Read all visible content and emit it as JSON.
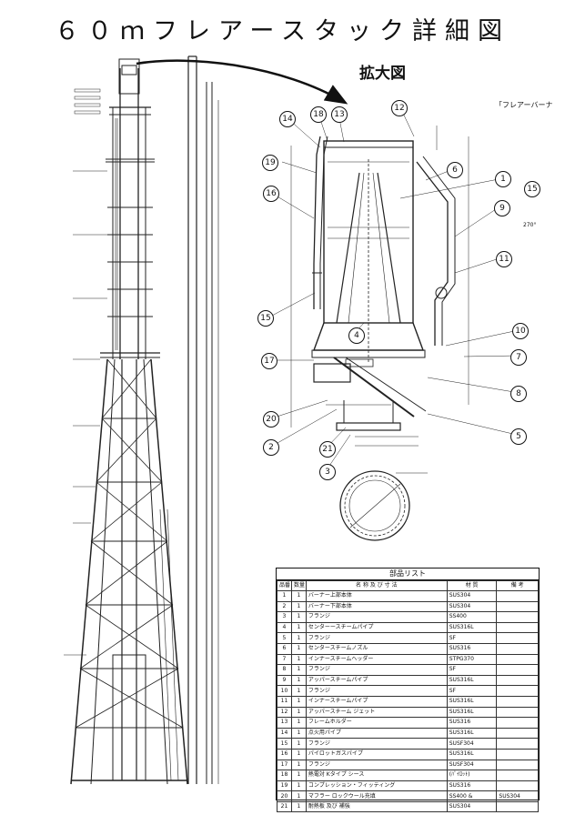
{
  "title": "６０ｍフレアースタック詳細図",
  "detail_label": "拡大図",
  "burner_label": "「フレアーバーナ",
  "angle_label": "270°",
  "callouts": [
    "1",
    "2",
    "3",
    "4",
    "5",
    "6",
    "7",
    "8",
    "9",
    "10",
    "11",
    "12",
    "13",
    "14",
    "15",
    "16",
    "17",
    "18",
    "19",
    "20",
    "21"
  ],
  "parts_list": {
    "title": "部品リスト",
    "headers": [
      "品番",
      "数量",
      "名 称 及 び 寸 法",
      "材 質",
      "備 考"
    ],
    "rows": [
      [
        "1",
        "1",
        "バーナー上部本体",
        "SUS304",
        ""
      ],
      [
        "2",
        "1",
        "バーナー下部本体",
        "SUS304",
        ""
      ],
      [
        "3",
        "1",
        "フランジ",
        "SS400",
        ""
      ],
      [
        "4",
        "1",
        "センターースチームパイプ",
        "SUS316L",
        ""
      ],
      [
        "5",
        "1",
        "フランジ",
        "SF",
        ""
      ],
      [
        "6",
        "1",
        "センタースチームノズル",
        "SUS316",
        ""
      ],
      [
        "7",
        "1",
        "インナースチームヘッダー",
        "STPG370",
        ""
      ],
      [
        "8",
        "1",
        "フランジ",
        "SF",
        ""
      ],
      [
        "9",
        "1",
        "アッパースチームパイプ",
        "SUS316L",
        ""
      ],
      [
        "10",
        "1",
        "フランジ",
        "SF",
        ""
      ],
      [
        "11",
        "1",
        "インナースチームパイプ",
        "SUS316L",
        ""
      ],
      [
        "12",
        "1",
        "アッパースチーム ジェット",
        "SUS316L",
        ""
      ],
      [
        "13",
        "1",
        "フレームホルダー",
        "SUS316",
        ""
      ],
      [
        "14",
        "1",
        "点火用パイプ",
        "SUS316L",
        ""
      ],
      [
        "15",
        "1",
        "フランジ",
        "SUSF304",
        ""
      ],
      [
        "16",
        "1",
        "パイロットガスパイプ",
        "SUS316L",
        ""
      ],
      [
        "17",
        "1",
        "フランジ",
        "SUSF304",
        ""
      ],
      [
        "18",
        "1",
        "熱電対 Kタイプ シース",
        "(ﾊﾟｲﾛｯﾄ)",
        ""
      ],
      [
        "19",
        "1",
        "コンプレッション・フィッティング",
        "SUS316",
        ""
      ],
      [
        "20",
        "1",
        "マフラー ロックウール充填",
        "SS400 &",
        "SUS304"
      ],
      [
        "21",
        "1",
        "耐熱板 及び 補強",
        "SUS304",
        ""
      ]
    ]
  }
}
